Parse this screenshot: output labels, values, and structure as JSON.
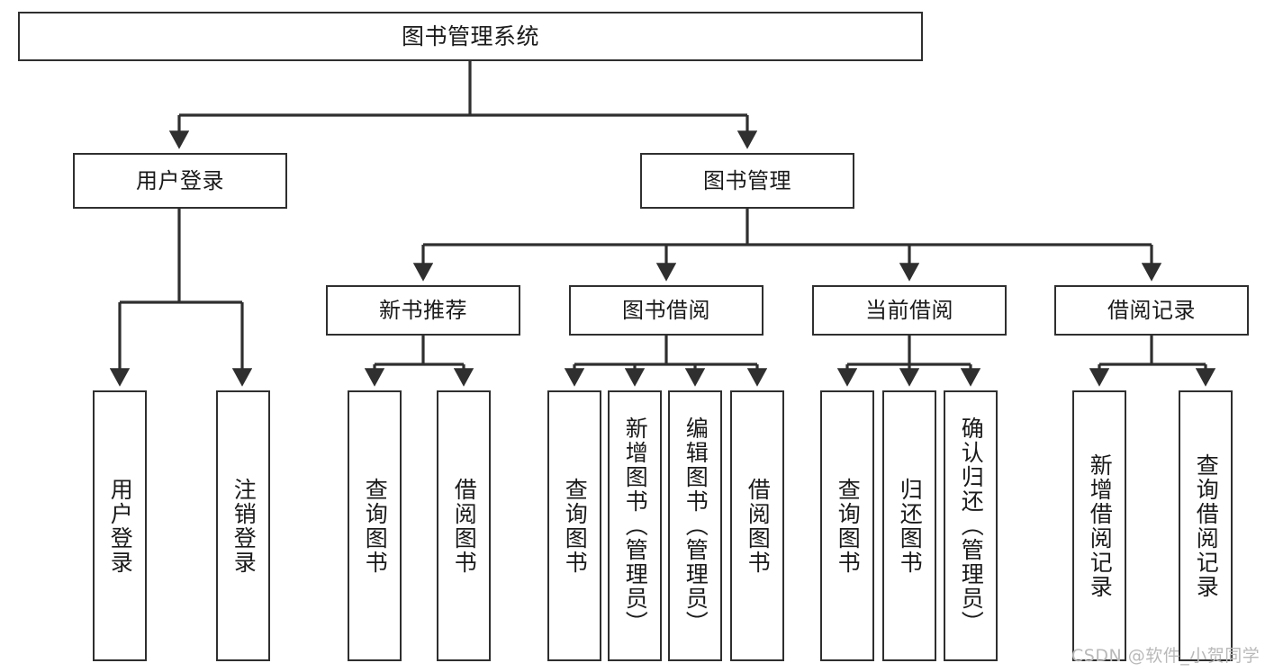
{
  "diagram": {
    "title": "图书管理系统",
    "watermark": "CSDN @软件_小贺同学",
    "line_color": "#2f2f2f",
    "box_border_color": "#2f2f2f",
    "background_color": "#ffffff",
    "text_color": "#1a1a1a",
    "watermark_color": "#b9b9b9"
  },
  "nodes": {
    "root": {
      "label": "图书管理系统"
    },
    "level2": [
      {
        "id": "user-login",
        "label": "用户登录"
      },
      {
        "id": "book-management",
        "label": "图书管理"
      }
    ],
    "level3": [
      {
        "id": "new-book-recommend",
        "label": "新书推荐"
      },
      {
        "id": "book-borrow",
        "label": "图书借阅"
      },
      {
        "id": "current-borrow",
        "label": "当前借阅"
      },
      {
        "id": "borrow-record",
        "label": "借阅记录"
      }
    ],
    "leaves": {
      "user_login": [
        {
          "id": "leaf-user-login",
          "label": "用户登录"
        },
        {
          "id": "leaf-logout-login",
          "label": "注销登录"
        }
      ],
      "new_book_recommend": [
        {
          "id": "leaf-query-book-1",
          "label": "查询图书"
        },
        {
          "id": "leaf-borrow-book-1",
          "label": "借阅图书"
        }
      ],
      "book_borrow": [
        {
          "id": "leaf-query-book-2",
          "label": "查询图书"
        },
        {
          "id": "leaf-add-book",
          "label": "新增图书（管理员）"
        },
        {
          "id": "leaf-edit-book",
          "label": "编辑图书（管理员）"
        },
        {
          "id": "leaf-borrow-book-2",
          "label": "借阅图书"
        }
      ],
      "current_borrow": [
        {
          "id": "leaf-query-book-3",
          "label": "查询图书"
        },
        {
          "id": "leaf-return-book",
          "label": "归还图书"
        },
        {
          "id": "leaf-confirm-return",
          "label": "确认归还（管理员）"
        }
      ],
      "borrow_record": [
        {
          "id": "leaf-add-borrow-record",
          "label": "新增借阅记录"
        },
        {
          "id": "leaf-query-borrow-record",
          "label": "查询借阅记录"
        }
      ]
    }
  }
}
